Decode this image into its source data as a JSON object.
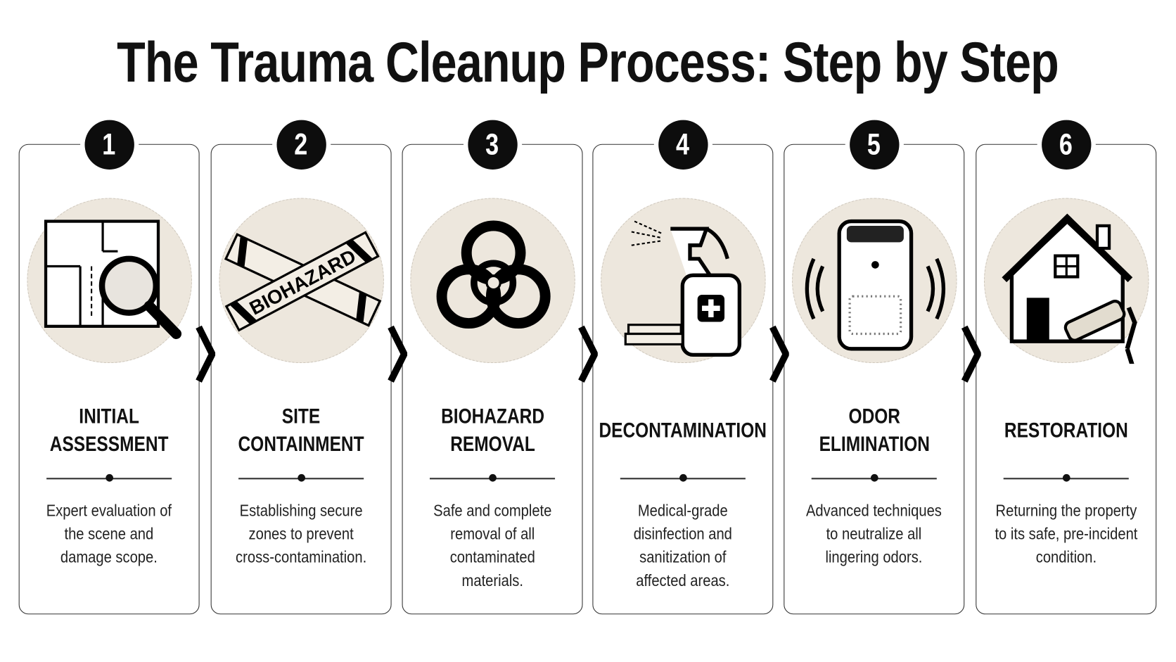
{
  "title": "The Trauma Cleanup Process: Step by Step",
  "colors": {
    "ink": "#111111",
    "disc": "#ede7dd",
    "background": "#ffffff"
  },
  "steps": [
    {
      "number": "1",
      "title": "INITIAL\nASSESSMENT",
      "description": "Expert evaluation of\nthe scene and\ndamage scope.",
      "icon": "floorplan-magnifier-icon"
    },
    {
      "number": "2",
      "title": "SITE\nCONTAINMENT",
      "description": "Establishing secure\nzones to prevent\ncross-contamination.",
      "icon": "biohazard-tape-icon",
      "tape_text": "BIOHAZARD"
    },
    {
      "number": "3",
      "title": "BIOHAZARD\nREMOVAL",
      "description": "Safe and complete\nremoval of all\ncontaminated\nmaterials.",
      "icon": "biohazard-symbol-icon"
    },
    {
      "number": "4",
      "title": "DECONTAMINATION",
      "description": "Medical-grade\ndisinfection and\nsanitization of\naffected areas.",
      "icon": "spray-bottle-icon"
    },
    {
      "number": "5",
      "title": "ODOR\nELIMINATION",
      "description": "Advanced techniques\nto neutralize all\nlingering odors.",
      "icon": "air-purifier-icon"
    },
    {
      "number": "6",
      "title": "RESTORATION",
      "description": "Returning the property\nto its safe, pre-incident\ncondition.",
      "icon": "house-paint-roller-icon"
    }
  ]
}
